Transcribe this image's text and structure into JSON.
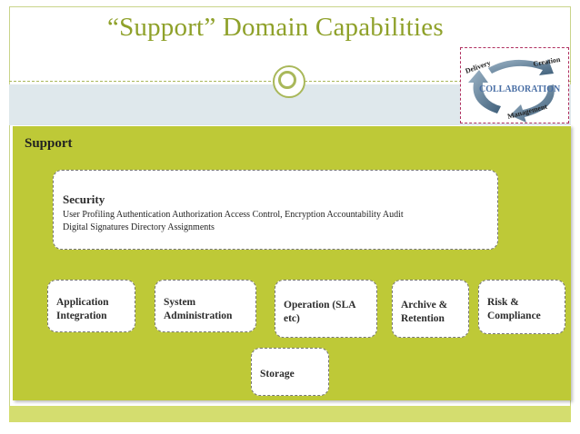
{
  "title": "“Support” Domain Capabilities",
  "collaboration_graphic": {
    "center": "COLLABORATION",
    "labels": [
      "Delivery",
      "Creation",
      "Management"
    ]
  },
  "panel": {
    "title": "Support",
    "security": {
      "title": "Security",
      "line1": "User Profiling  Authentication  Authorization Access Control,  Encryption  Accountability Audit",
      "line2": "Digital  Signatures  Directory Assignments"
    },
    "capabilities": [
      {
        "line1": "Application",
        "line2": "Integration"
      },
      {
        "line1": "System",
        "line2": "Administration"
      },
      {
        "line1": "Operation (SLA",
        "line2": "etc)"
      },
      {
        "line1": "Archive &",
        "line2": "Retention"
      },
      {
        "line1": "Risk &",
        "line2": "Compliance"
      }
    ],
    "storage": "Storage"
  },
  "colors": {
    "title": "#8fa12a",
    "panel": "#bec937",
    "band": "#dfe8ec",
    "arrows": "#7f99b0"
  }
}
